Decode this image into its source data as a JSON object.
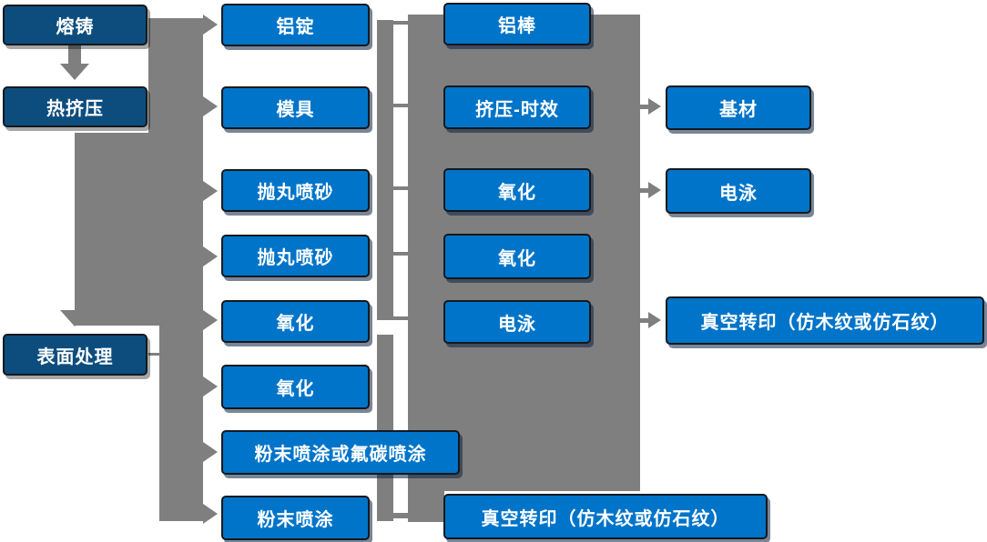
{
  "diagram": {
    "type": "process-flowchart",
    "language": "zh-CN",
    "colors": {
      "node_fill": "#0074c8",
      "node_dark_fill": "#0d4d7e",
      "connector_gray": "#7f7f7f",
      "node_text": "#ffffff",
      "background": "#ffffff"
    },
    "nodes": {
      "col1": [
        "熔铸",
        "热挤压",
        "表面处理"
      ],
      "col2": [
        "铝锭",
        "模具",
        "抛丸喷砂",
        "抛丸喷砂",
        "氧化",
        "氧化",
        "粉末喷涂或氟碳喷涂",
        "粉末喷涂"
      ],
      "col3": [
        "铝棒",
        "挤压-时效",
        "氧化",
        "氧化",
        "电泳",
        "真空转印（仿木纹或仿石纹）"
      ],
      "col4": [
        "基材",
        "电泳",
        "真空转印（仿木纹或仿石纹）"
      ]
    },
    "connectors": {
      "vertical_flow": [
        "熔铸",
        "热挤压",
        "表面处理"
      ],
      "left_bus_sources": [
        "熔铸",
        "热挤压",
        "表面处理"
      ],
      "left_bus_targets": [
        "铝锭",
        "模具",
        "抛丸喷砂",
        "抛丸喷砂",
        "氧化",
        "氧化",
        "粉末喷涂或氟碳喷涂",
        "粉末喷涂"
      ],
      "middle_bus_links": [
        "铝锭",
        "模具",
        "抛丸喷砂",
        "抛丸喷砂",
        "氧化"
      ],
      "right_arrows": [
        {
          "from": "挤压-时效",
          "to": "基材"
        },
        {
          "from": "氧化",
          "to": "电泳"
        },
        {
          "from": "电泳",
          "to": "真空转印（仿木纹或仿石纹）"
        },
        {
          "from": "粉末喷涂",
          "to": "真空转印（仿木纹或仿石纹）"
        }
      ]
    }
  }
}
